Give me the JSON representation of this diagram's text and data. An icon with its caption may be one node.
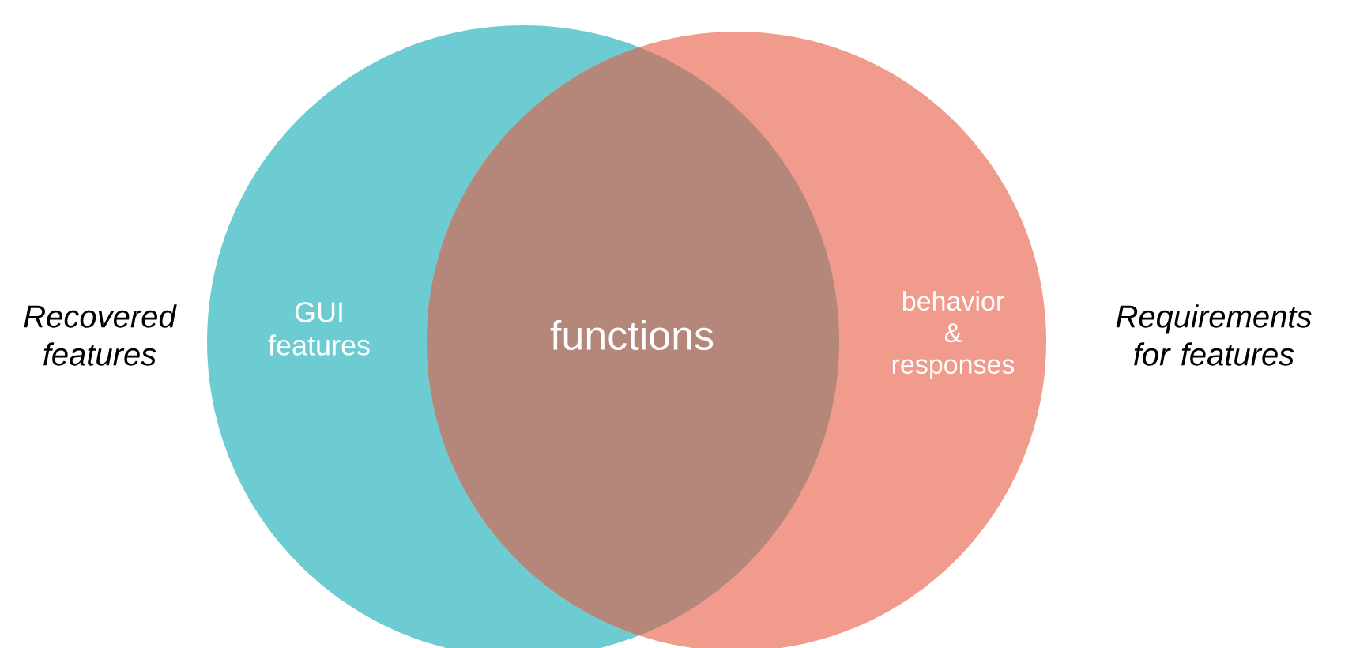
{
  "diagram": {
    "nodes": [
      {
        "text": [
          "GUI features"
        ],
        "beside": [
          "Recovered features"
        ]
      },
      {
        "text": [
          "behavior & responses"
        ],
        "beside": [
          "Requirements for features"
        ]
      },
      {
        "text": [
          "functions"
        ]
      }
    ]
  }
}
